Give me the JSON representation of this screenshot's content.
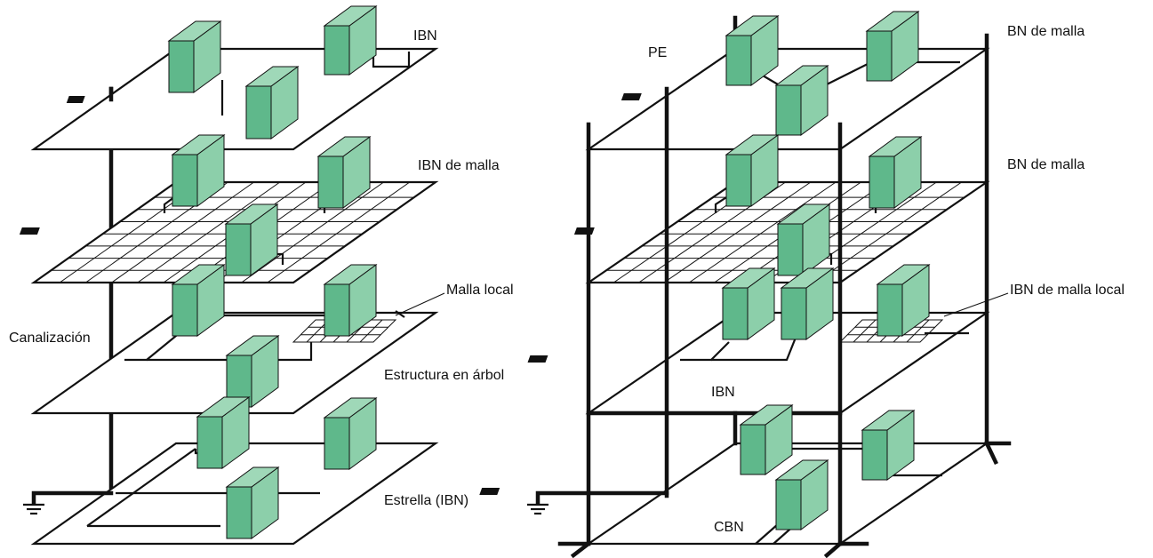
{
  "left_diagram": {
    "labels": {
      "ibn": "IBN",
      "ibn_mesh": "IBN de malla",
      "local_mesh": "Malla local",
      "conduit": "Canalización",
      "tree": "Estructura en árbol",
      "star": "Estrella (IBN)"
    }
  },
  "right_diagram": {
    "labels": {
      "pe": "PE",
      "bn_mesh_top": "BN de malla",
      "bn_mesh_mid": "BN de malla",
      "ibn_local_mesh": "IBN de malla local",
      "ibn": "IBN",
      "cbn": "CBN"
    }
  },
  "colors": {
    "cabinet_front": "#5fb88b",
    "cabinet_side": "#8ccfaa",
    "cabinet_top": "#9fd8b8",
    "line": "#111111"
  },
  "icons": {
    "cabinet": "equipment-cabinet-icon",
    "ground": "earth-ground-icon"
  }
}
